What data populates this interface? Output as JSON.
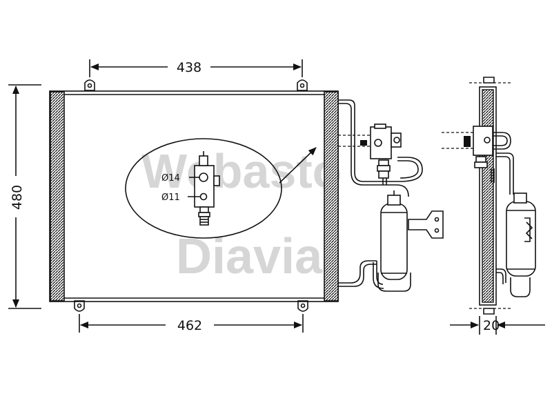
{
  "dimensions": {
    "top_width": "438",
    "bottom_width": "462",
    "height": "480",
    "depth": "20"
  },
  "callout": {
    "port_large": "Ø14",
    "port_small": "Ø11"
  },
  "watermark": {
    "line1": "Webasto",
    "line2": "Diavia"
  },
  "colors": {
    "line": "#111111",
    "watermark": "#d6d6d6",
    "background": "#ffffff"
  }
}
